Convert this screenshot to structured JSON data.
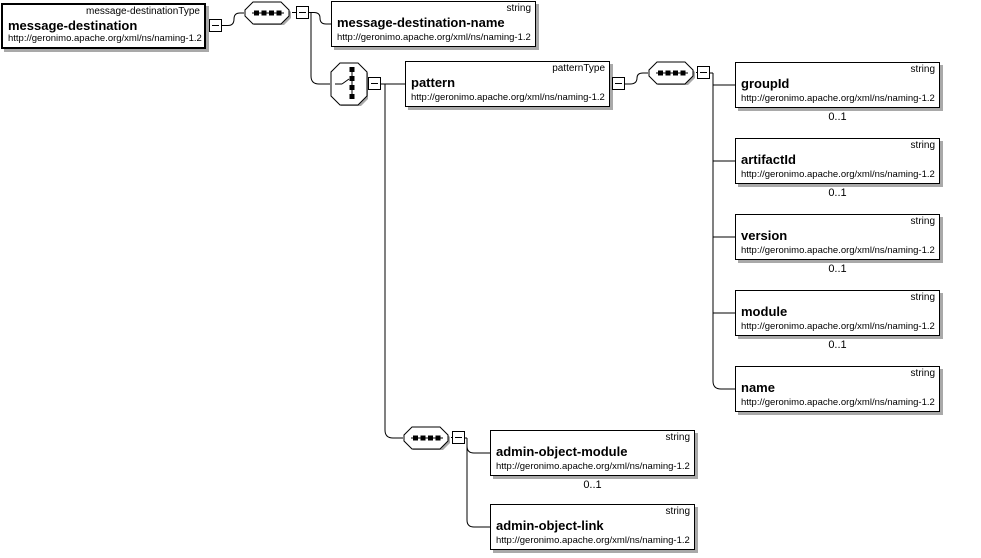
{
  "diagram": {
    "colors": {
      "line": "#000000",
      "box_fill": "#ffffff",
      "shadow": "#a9a9a9",
      "text": "#000000"
    },
    "icons": {
      "sequence": "sequence-compositor",
      "choice": "choice-compositor",
      "collapse": "−"
    },
    "nodes": {
      "message_destination": {
        "name": "message-destination",
        "type": "message-destinationType",
        "namespace": "http://geronimo.apache.org/xml/ns/naming-1.2"
      },
      "message_destination_name": {
        "name": "message-destination-name",
        "type": "string",
        "namespace": "http://geronimo.apache.org/xml/ns/naming-1.2"
      },
      "pattern": {
        "name": "pattern",
        "type": "patternType",
        "namespace": "http://geronimo.apache.org/xml/ns/naming-1.2"
      },
      "group_id": {
        "name": "groupId",
        "type": "string",
        "namespace": "http://geronimo.apache.org/xml/ns/naming-1.2",
        "cardinality": "0..1"
      },
      "artifact_id": {
        "name": "artifactId",
        "type": "string",
        "namespace": "http://geronimo.apache.org/xml/ns/naming-1.2",
        "cardinality": "0..1"
      },
      "version": {
        "name": "version",
        "type": "string",
        "namespace": "http://geronimo.apache.org/xml/ns/naming-1.2",
        "cardinality": "0..1"
      },
      "module": {
        "name": "module",
        "type": "string",
        "namespace": "http://geronimo.apache.org/xml/ns/naming-1.2",
        "cardinality": "0..1"
      },
      "name": {
        "name": "name",
        "type": "string",
        "namespace": "http://geronimo.apache.org/xml/ns/naming-1.2"
      },
      "admin_object_module": {
        "name": "admin-object-module",
        "type": "string",
        "namespace": "http://geronimo.apache.org/xml/ns/naming-1.2",
        "cardinality": "0..1"
      },
      "admin_object_link": {
        "name": "admin-object-link",
        "type": "string",
        "namespace": "http://geronimo.apache.org/xml/ns/naming-1.2"
      }
    }
  }
}
